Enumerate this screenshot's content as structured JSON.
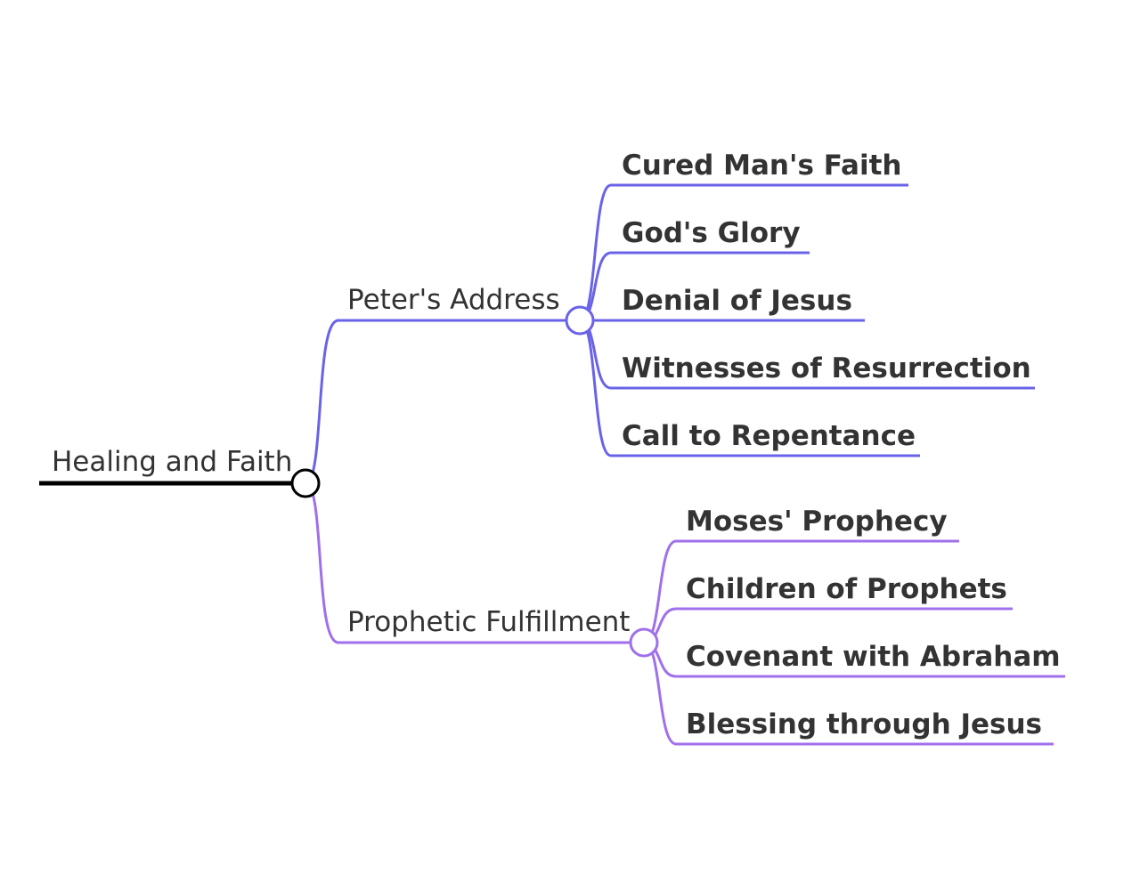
{
  "root": {
    "label": "Healing and Faith",
    "color": "#000000"
  },
  "branches": [
    {
      "label": "Peter's Address",
      "color": "#6A63E9",
      "children": [
        "Cured Man's Faith",
        "God's Glory",
        "Denial of Jesus",
        "Witnesses of Resurrection",
        "Call to Repentance"
      ]
    },
    {
      "label": "Prophetic Fulfillment",
      "color": "#A070EC",
      "children": [
        "Moses' Prophecy",
        "Children of Prophets",
        "Covenant with Abraham",
        "Blessing through Jesus"
      ]
    }
  ]
}
